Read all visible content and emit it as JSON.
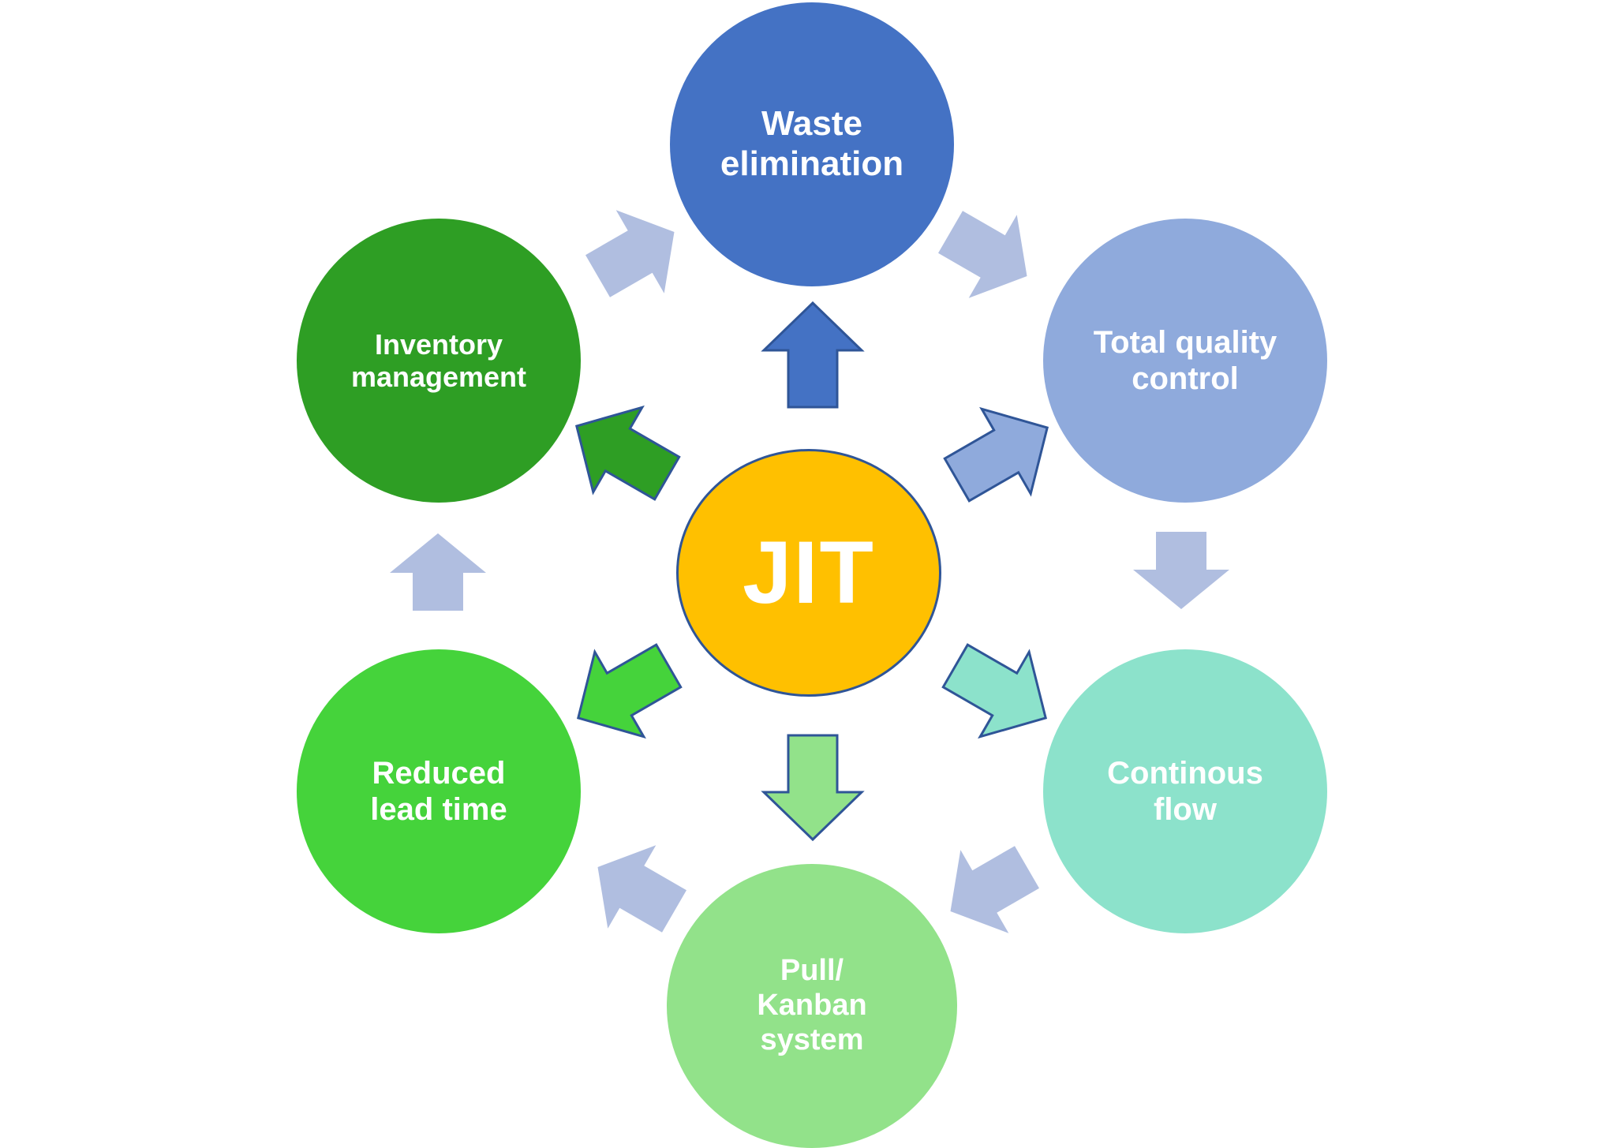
{
  "center": {
    "label": "JIT",
    "fill": "#FFC000",
    "stroke": "#2F5597"
  },
  "nodes": [
    {
      "id": "waste",
      "label": "Waste\nelimination",
      "fill": "#4472C4"
    },
    {
      "id": "quality",
      "label": "Total quality\ncontrol",
      "fill": "#8FAADC"
    },
    {
      "id": "flow",
      "label": "Continous\nflow",
      "fill": "#8CE2CB"
    },
    {
      "id": "kanban",
      "label": "Pull/\nKanban\nsystem",
      "fill": "#92E28A"
    },
    {
      "id": "leadtime",
      "label": "Reduced\nlead time",
      "fill": "#45D33B"
    },
    {
      "id": "inventory",
      "label": "Inventory\nmanagement",
      "fill": "#2E9E24"
    }
  ],
  "cycle_arrow_color": "#B0BEE0",
  "spoke_stroke_color": "#2F5597"
}
